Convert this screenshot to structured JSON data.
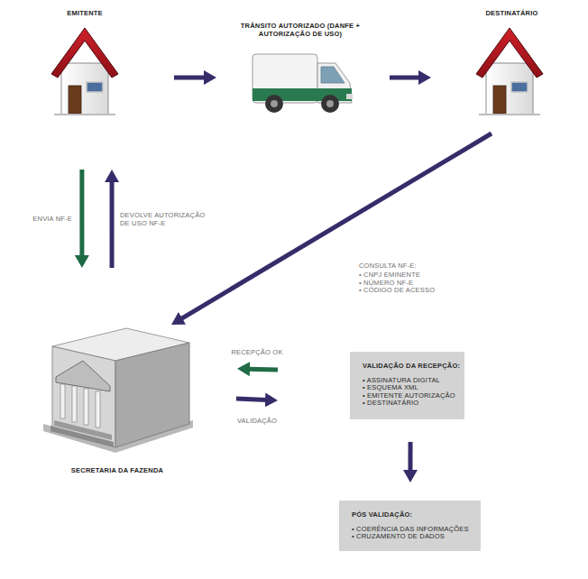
{
  "diagram": {
    "nodes": [
      {
        "text": [
          "EMITENTE"
        ]
      },
      {
        "text": [
          "TRÂNSITO AUTORIZADO (DANFE + AUTORIZAÇÃO DE USO)"
        ]
      },
      {
        "text": [
          "DESTINATÁRIO"
        ]
      },
      {
        "text": [
          "SECRETARIA DA FAZENDA"
        ]
      },
      {
        "text": [
          "VALIDAÇÃO DA RECEPÇÃO:",
          "• ASSINATURA DIGITAL",
          "• ESQUEMA XML",
          "• EMITENTE AUTORIZAÇÃO",
          "• DESTINATÁRIO"
        ]
      },
      {
        "text": [
          "PÓS VALIDAÇÃO:",
          "• COERÊNCIA DAS INFORMAÇÕES",
          "• CRUZAMENTO DE DADOS"
        ]
      }
    ],
    "edges": [
      {
        "from": 0,
        "to": 1,
        "arrow": "to"
      },
      {
        "from": 1,
        "to": 2,
        "arrow": "to"
      },
      {
        "from": 0,
        "to": 3,
        "arrow": "to",
        "label": "ENVIA NF-E"
      },
      {
        "from": 3,
        "to": 0,
        "arrow": "to",
        "label": "DEVOLVE AUTORIZAÇÃO DE USO NF-E"
      },
      {
        "from": 2,
        "to": 3,
        "arrow": "to",
        "label": "CONSULTA NF-E:"
      },
      {
        "from": 4,
        "to": 3,
        "arrow": "to",
        "label": "RECEPÇÃO OK"
      },
      {
        "from": 3,
        "to": 4,
        "arrow": "to",
        "label": "VALIDAÇÃO"
      },
      {
        "from": 4,
        "to": 5,
        "arrow": "to"
      }
    ],
    "labels": [
      "• CNPJ EMINENTE",
      "• NÚMERO NF-E",
      "• CÓDIGO DE ACESSO"
    ]
  }
}
